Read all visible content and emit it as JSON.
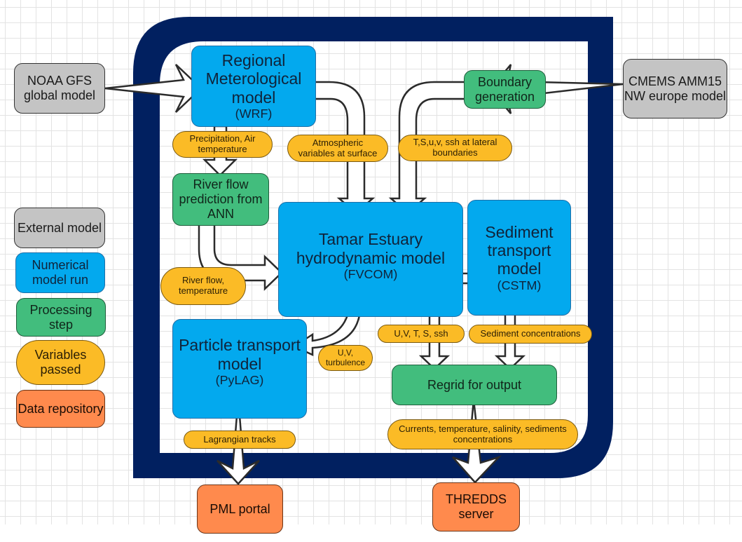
{
  "colors": {
    "frame": "#012060",
    "external_model": "#c4c4c4",
    "numerical_model": "#03a9ee",
    "processing_step": "#42bd7d",
    "variables_passed": "#fbbb26",
    "data_repository": "#ff8a4d"
  },
  "external": {
    "noaa": "NOAA GFS global model",
    "cmems": "CMEMS AMM15 NW europe model"
  },
  "nodes": {
    "wrf": {
      "title": "Regional Meterological model",
      "sub": "(WRF)"
    },
    "boundary": {
      "title": "Boundary generation"
    },
    "river": {
      "title": "River flow prediction from ANN"
    },
    "fvcom": {
      "title": "Tamar Estuary hydrodynamic model",
      "sub": "(FVCOM)"
    },
    "cstm": {
      "title": "Sediment transport model",
      "sub": "(CSTM)"
    },
    "pylag": {
      "title": "Particle transport model",
      "sub": "(PyLAG)"
    },
    "regrid": {
      "title": "Regrid for output"
    },
    "pml": {
      "title": "PML portal"
    },
    "thredds": {
      "title": "THREDDS server"
    }
  },
  "variables": {
    "precip": "Precipitation, Air temperature",
    "atmos": "Atmospheric variables at surface",
    "lateral": "T,S,u,v, ssh at lateral boundaries",
    "riverflow": "River flow, temperature",
    "uvturb": "U,V, turbulence",
    "uvts": "U,V, T, S, ssh",
    "sediment": "Sediment concentrations",
    "lagrangian": "Lagrangian tracks",
    "outputs": "Currents, temperature, salinity, sediments concentrations"
  },
  "legend": [
    {
      "label": "External model",
      "kind": "external_model"
    },
    {
      "label": "Numerical model run",
      "kind": "numerical_model"
    },
    {
      "label": "Processing step",
      "kind": "processing_step"
    },
    {
      "label": "Variables passed",
      "kind": "variables_passed"
    },
    {
      "label": "Data repository",
      "kind": "data_repository"
    }
  ]
}
